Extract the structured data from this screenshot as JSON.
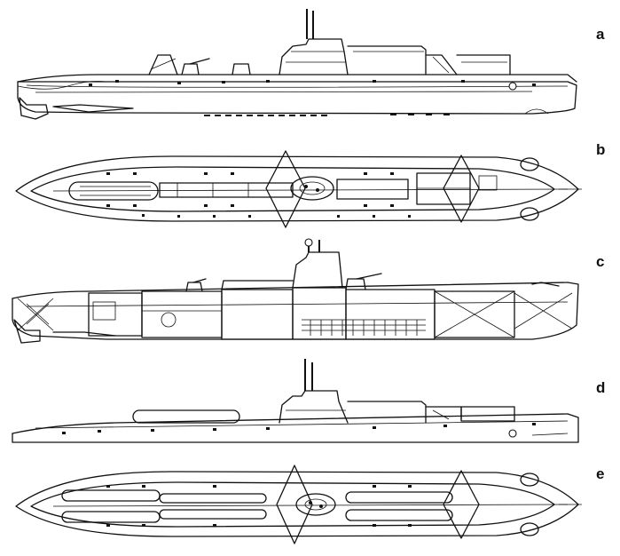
{
  "figure": {
    "panels": [
      {
        "id": "a",
        "label": "a",
        "view": "side-profile"
      },
      {
        "id": "b",
        "label": "b",
        "view": "top-plan"
      },
      {
        "id": "c",
        "label": "c",
        "view": "inboard-profile"
      },
      {
        "id": "d",
        "label": "d",
        "view": "side-profile"
      },
      {
        "id": "e",
        "label": "e",
        "view": "top-plan"
      }
    ]
  },
  "style": {
    "ink": "#111111",
    "paper": "#ffffff"
  }
}
